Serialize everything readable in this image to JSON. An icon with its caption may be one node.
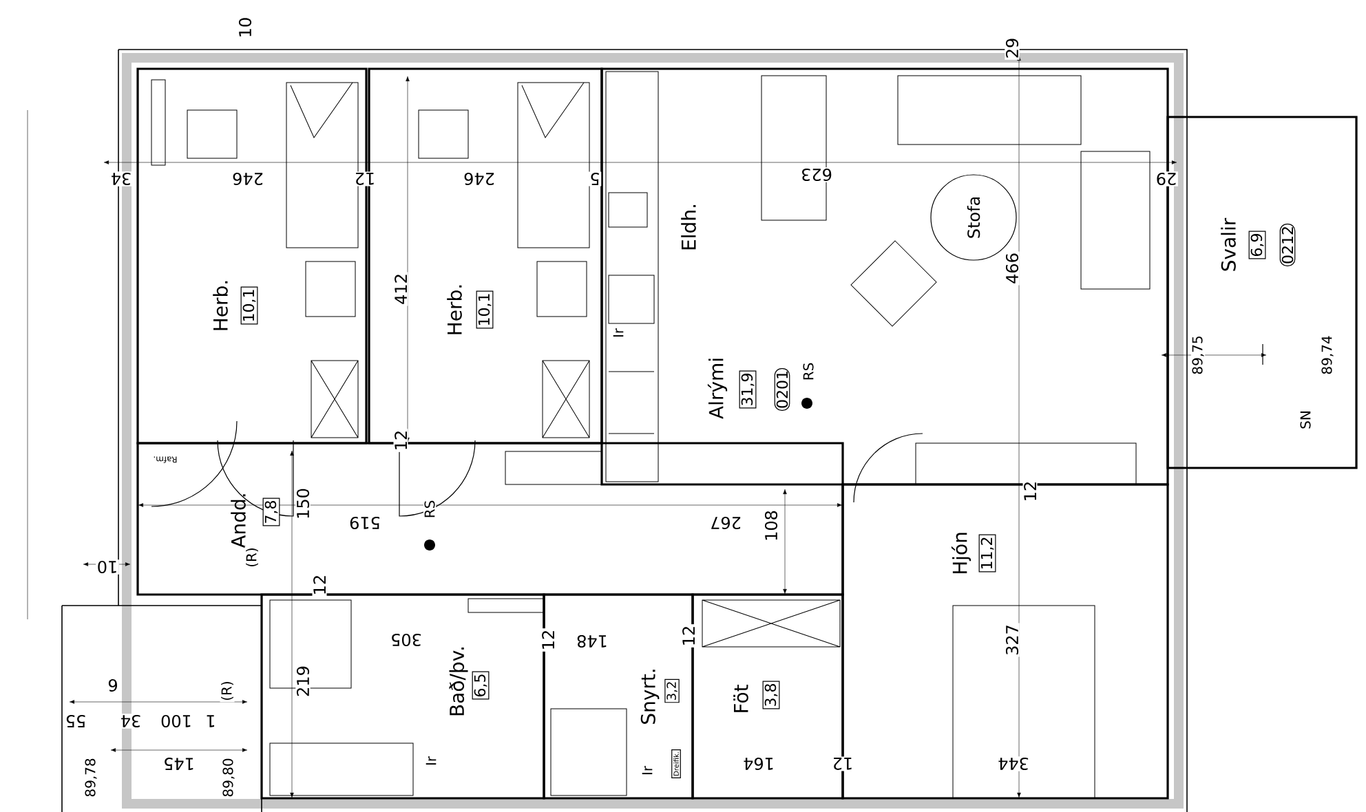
{
  "diagram": {
    "nodes": [
      {
        "text": [
          "Herb."
        ]
      },
      {
        "text": [
          "10,1"
        ],
        "in": 0
      },
      {
        "text": [
          "Herb."
        ]
      },
      {
        "text": [
          "10,1"
        ],
        "in": 2
      },
      {
        "text": [
          "Alrými"
        ]
      },
      {
        "text": [
          "31,9"
        ],
        "in": 4
      },
      {
        "text": [
          "0201"
        ],
        "in": 4
      },
      {
        "text": [
          "Stofa"
        ],
        "in": 4
      },
      {
        "text": [
          "Svalir"
        ]
      },
      {
        "text": [
          "6,9"
        ],
        "in": 8
      },
      {
        "text": [
          "0212"
        ],
        "in": 8
      },
      {
        "text": [
          "Andd."
        ]
      },
      {
        "text": [
          "7,8"
        ],
        "in": 11
      },
      {
        "text": [
          "Bað/þv."
        ]
      },
      {
        "text": [
          "6,5"
        ],
        "in": 13
      },
      {
        "text": [
          "Snyrt."
        ]
      },
      {
        "text": [
          "3,2"
        ],
        "in": 15
      },
      {
        "text": [
          "Föt"
        ]
      },
      {
        "text": [
          "3,8"
        ],
        "in": 17
      },
      {
        "text": [
          "Hjón"
        ]
      },
      {
        "text": [
          "11,2"
        ],
        "in": 19
      },
      {
        "text": [
          "Dreifik."
        ],
        "in": 15
      }
    ],
    "labels": [
      "10",
      "34",
      "246",
      "12",
      "246",
      "5",
      "623",
      "29",
      "29",
      "Eldh.",
      "412",
      "466",
      "Ir",
      "RS",
      "89,75",
      "89,74",
      "SN",
      "12",
      "Rafm.",
      "150",
      "519",
      "RS",
      "267",
      "108",
      "12",
      "10",
      "(R)",
      "12",
      "305",
      "12",
      "148",
      "12",
      "219",
      "(R)",
      "6",
      "55",
      "34",
      "100",
      "1",
      "145",
      "89,78",
      "89,80",
      "Ir",
      "Ir",
      "164",
      "12",
      "327",
      "344"
    ]
  }
}
